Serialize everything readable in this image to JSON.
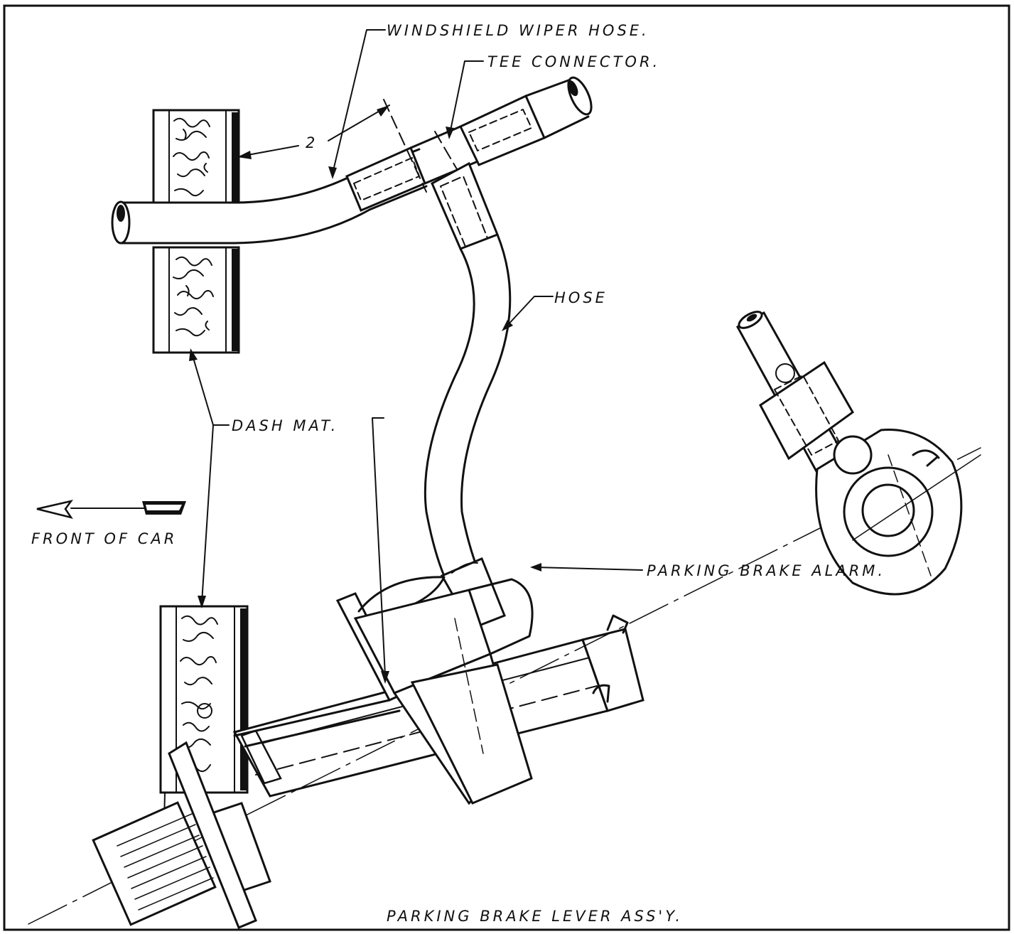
{
  "labels": {
    "windshield_wiper_hose": "WINDSHIELD WIPER HOSE.",
    "tee_connector": "TEE CONNECTOR.",
    "dimension": "2",
    "hose": "HOSE",
    "dash_mat": "DASH MAT.",
    "front_of_car": "FRONT OF CAR",
    "parking_brake_alarm": "PARKING BRAKE ALARM.",
    "parking_brake_lever_assy": "PARKING BRAKE LEVER ASS'Y."
  },
  "colors": {
    "ink": "#111111",
    "paper": "#ffffff"
  }
}
